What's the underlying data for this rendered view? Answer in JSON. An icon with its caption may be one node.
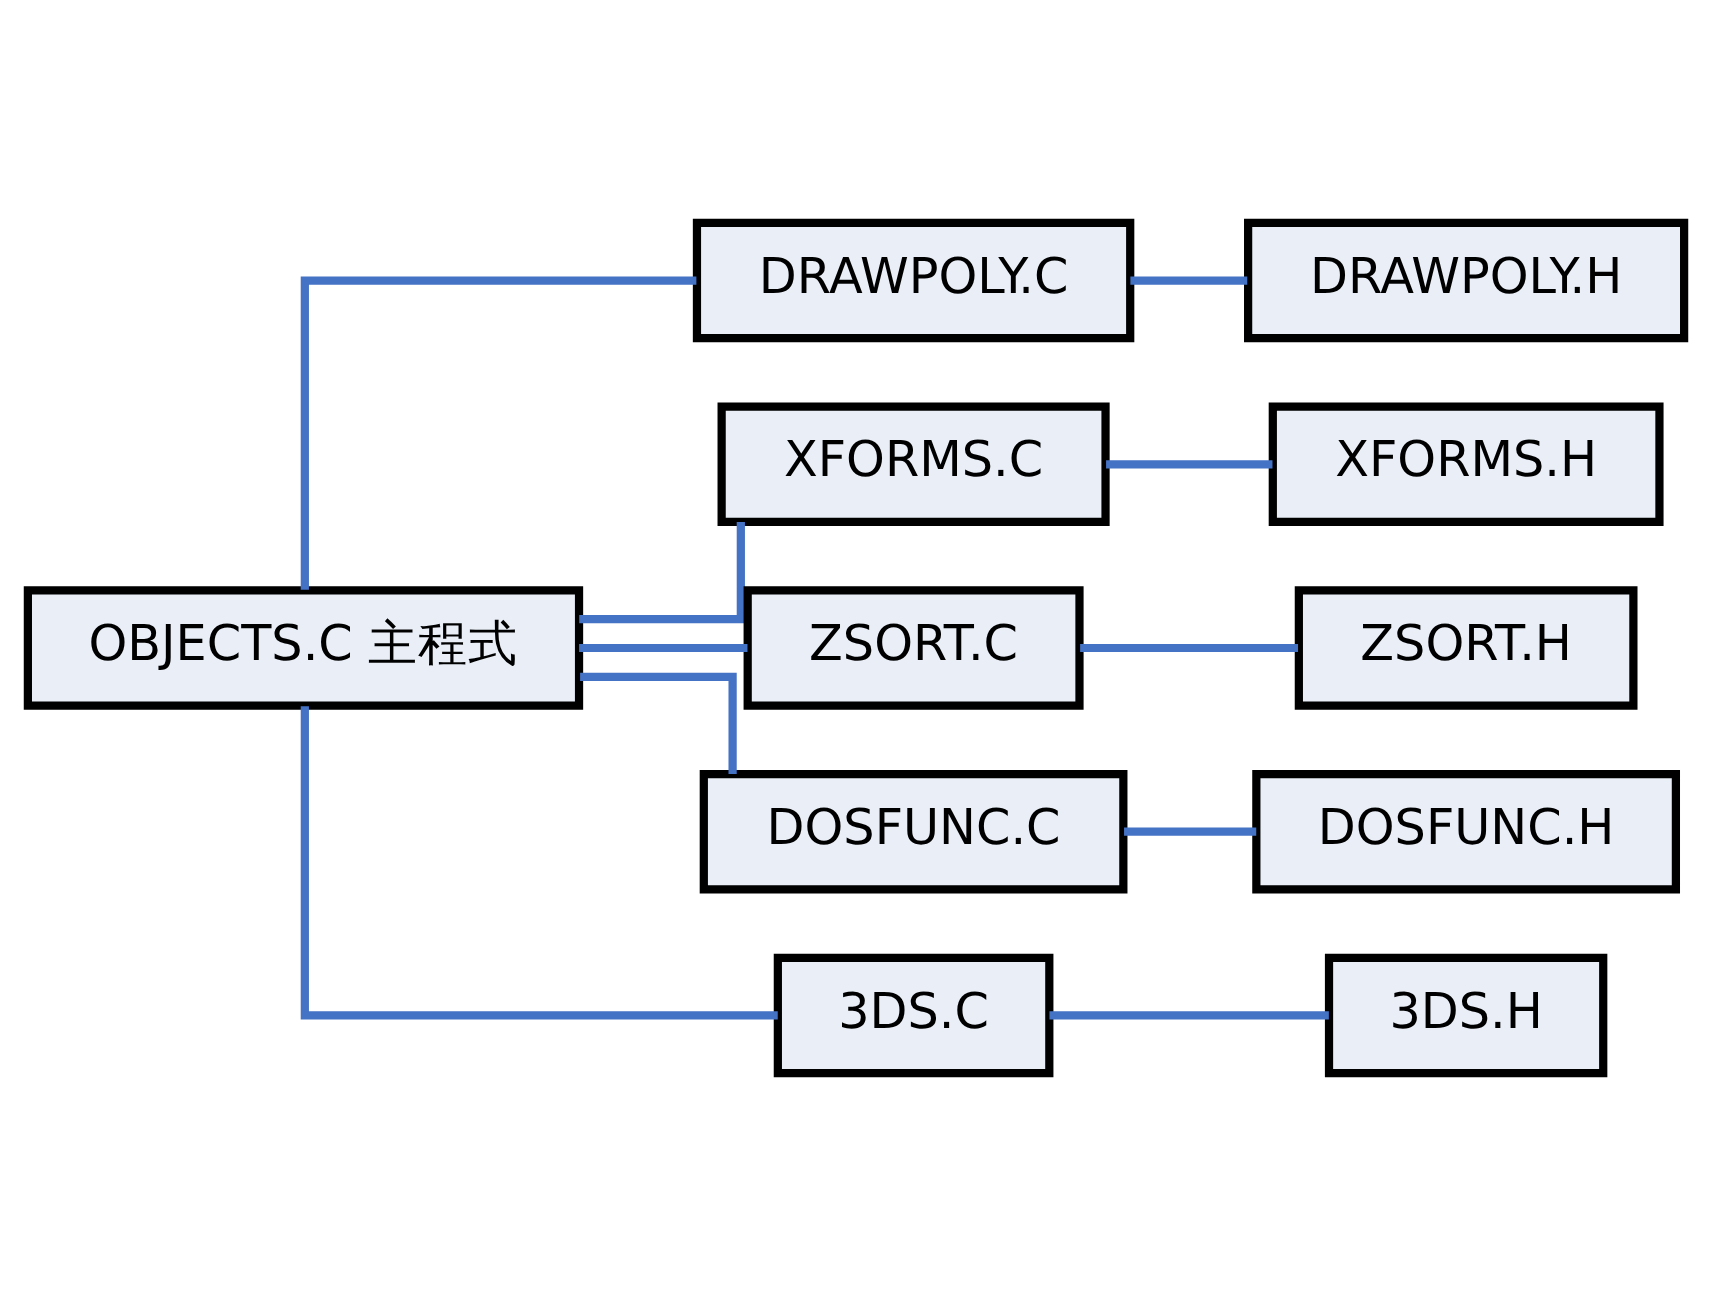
{
  "diagram": {
    "nodes": [
      {
        "text": [
          "OBJECTS.C 主程式"
        ]
      },
      {
        "text": [
          "DRAWPOLY.C"
        ]
      },
      {
        "text": [
          "DRAWPOLY.H"
        ]
      },
      {
        "text": [
          "XFORMS.C"
        ]
      },
      {
        "text": [
          "XFORMS.H"
        ]
      },
      {
        "text": [
          "ZSORT.C"
        ]
      },
      {
        "text": [
          "ZSORT.H"
        ]
      },
      {
        "text": [
          "DOSFUNC.C"
        ]
      },
      {
        "text": [
          "DOSFUNC.H"
        ]
      },
      {
        "text": [
          "3DS.C"
        ]
      },
      {
        "text": [
          "3DS.H"
        ]
      }
    ],
    "edges": [
      {
        "from": 0,
        "to": 1,
        "arrow": "none"
      },
      {
        "from": 0,
        "to": 3,
        "arrow": "none"
      },
      {
        "from": 0,
        "to": 5,
        "arrow": "none"
      },
      {
        "from": 0,
        "to": 7,
        "arrow": "none"
      },
      {
        "from": 0,
        "to": 9,
        "arrow": "none"
      },
      {
        "from": 1,
        "to": 2,
        "arrow": "none"
      },
      {
        "from": 3,
        "to": 4,
        "arrow": "none"
      },
      {
        "from": 5,
        "to": 6,
        "arrow": "none"
      },
      {
        "from": 7,
        "to": 8,
        "arrow": "none"
      },
      {
        "from": 9,
        "to": 10,
        "arrow": "none"
      }
    ]
  }
}
